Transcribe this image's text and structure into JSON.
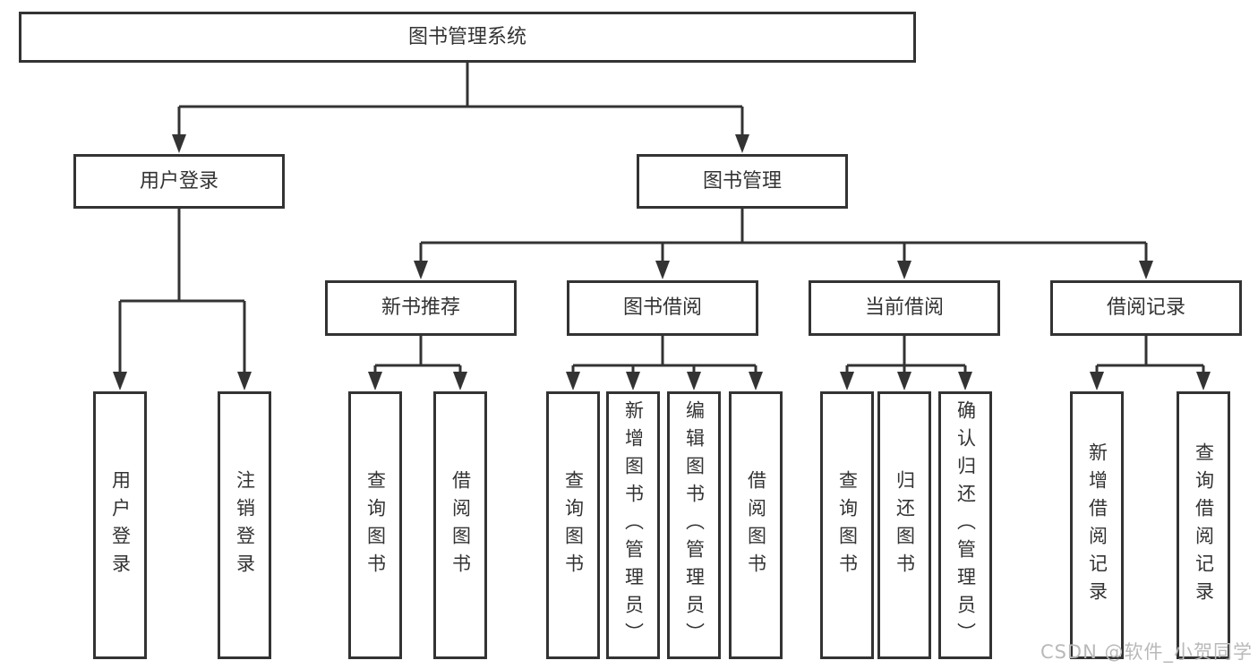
{
  "diagram": {
    "root": {
      "label": "图书管理系统"
    },
    "level2": [
      {
        "id": "user-login",
        "label": "用户登录"
      },
      {
        "id": "book-management",
        "label": "图书管理"
      }
    ],
    "level3": [
      {
        "id": "new-book-recommend",
        "label": "新书推荐"
      },
      {
        "id": "book-borrow",
        "label": "图书借阅"
      },
      {
        "id": "current-borrow",
        "label": "当前借阅"
      },
      {
        "id": "borrow-records",
        "label": "借阅记录"
      }
    ],
    "leaves": [
      {
        "parent": "user-login",
        "label": "用户登录"
      },
      {
        "parent": "user-login",
        "label": "注销登录"
      },
      {
        "parent": "new-book-recommend",
        "label": "查询图书"
      },
      {
        "parent": "new-book-recommend",
        "label": "借阅图书"
      },
      {
        "parent": "book-borrow",
        "label": "查询图书"
      },
      {
        "parent": "book-borrow",
        "label": "新增图书（管理员）"
      },
      {
        "parent": "book-borrow",
        "label": "编辑图书（管理员）"
      },
      {
        "parent": "book-borrow",
        "label": "借阅图书"
      },
      {
        "parent": "current-borrow",
        "label": "查询图书"
      },
      {
        "parent": "current-borrow",
        "label": "归还图书"
      },
      {
        "parent": "current-borrow",
        "label": "确认归还（管理员）"
      },
      {
        "parent": "borrow-records",
        "label": "新增借阅记录"
      },
      {
        "parent": "borrow-records",
        "label": "查询借阅记录"
      }
    ]
  },
  "watermark": {
    "text": "CSDN @软件_小贺同学"
  },
  "colors": {
    "line": "#333333",
    "text": "#333333",
    "box_background": "#ffffff",
    "page_background": "#ffffff",
    "watermark": "#b9b9b9"
  }
}
